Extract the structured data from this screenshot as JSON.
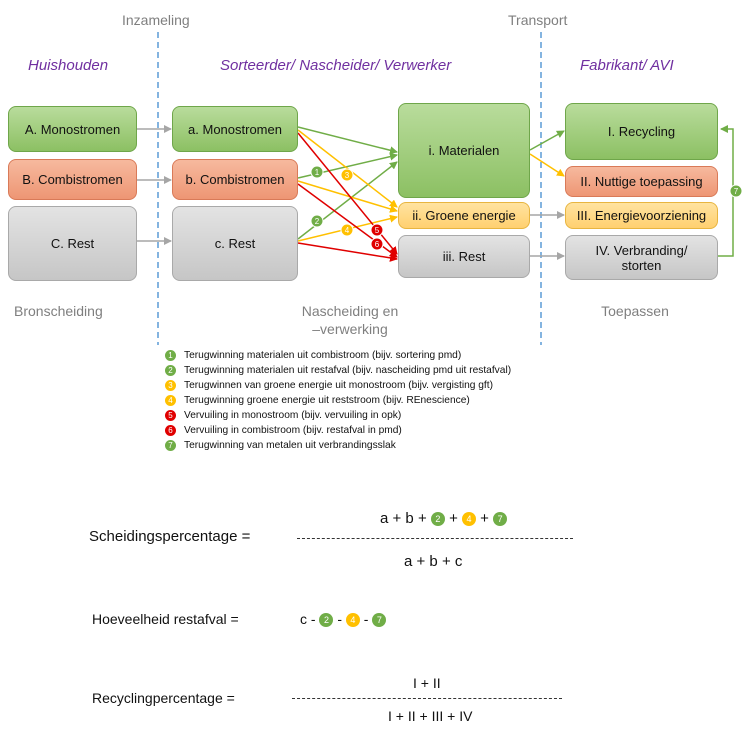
{
  "headers": {
    "collection": "Inzameling",
    "transport": "Transport",
    "huishouden": "Huishouden",
    "sorteerder": "Sorteerder/ Nascheider/ Verwerker",
    "fabrikant": "Fabrikant/ AVI"
  },
  "left_boxes": {
    "a": "A. Monostromen",
    "b": "B. Combistromen",
    "c": "C. Rest"
  },
  "mid_boxes": {
    "a": "a. Monostromen",
    "b": "b. Combistromen",
    "c": "c. Rest"
  },
  "right_mid_boxes": {
    "i": "i. Materialen",
    "ii": "ii. Groene energie",
    "iii": "iii. Rest"
  },
  "right_boxes": {
    "I": "I. Recycling",
    "II": "II. Nuttige toepassing",
    "III": "III. Energievoorziening",
    "IV": "IV. Verbranding/ storten"
  },
  "footers": {
    "bron": "Bronscheiding",
    "nascheiding_1": "Nascheiding en",
    "nascheiding_2": "–verwerking",
    "toepassen": "Toepassen"
  },
  "markers": [
    "1",
    "2",
    "3",
    "4",
    "5",
    "6",
    "7"
  ],
  "colors": {
    "green": "#70ad47",
    "yellow": "#ffc000",
    "red": "#e00000",
    "gray_arrow": "#a6a6a6",
    "divider": "#5b9bd5",
    "purple": "#7030a0"
  },
  "legend": [
    {
      "n": "1",
      "color": "#70ad47",
      "text": "Terugwinning materialen uit combistroom (bijv. sortering pmd)"
    },
    {
      "n": "2",
      "color": "#70ad47",
      "text": "Terugwinning materialen uit restafval (bijv. nascheiding pmd uit restafval)"
    },
    {
      "n": "3",
      "color": "#ffc000",
      "text": "Terugwinnen van groene energie uit monostroom (bijv. vergisting gft)"
    },
    {
      "n": "4",
      "color": "#ffc000",
      "text": "Terugwinning groene energie uit reststroom (bijv. REnescience)"
    },
    {
      "n": "5",
      "color": "#e00000",
      "text": "Vervuiling in monostroom (bijv. vervuiling in opk)"
    },
    {
      "n": "6",
      "color": "#e00000",
      "text": "Vervuiling in combistroom (bijv. restafval in pmd)"
    },
    {
      "n": "7",
      "color": "#70ad47",
      "text": "Terugwinning van metalen uit verbrandingsslak"
    }
  ],
  "formulas": {
    "scheiding_label": "Scheidingspercentage =",
    "scheiding_num_a": "a + b +",
    "scheiding_num_plus1": "+",
    "scheiding_num_plus2": "+",
    "scheiding_den": "a + b + c",
    "rest_label": "Hoeveelheid restafval =",
    "rest_c": "c -",
    "rest_minus1": "-",
    "rest_minus2": "-",
    "recycling_label": "Recyclingpercentage =",
    "recycling_num": "I + II",
    "recycling_den": "I + II + III + IV"
  }
}
